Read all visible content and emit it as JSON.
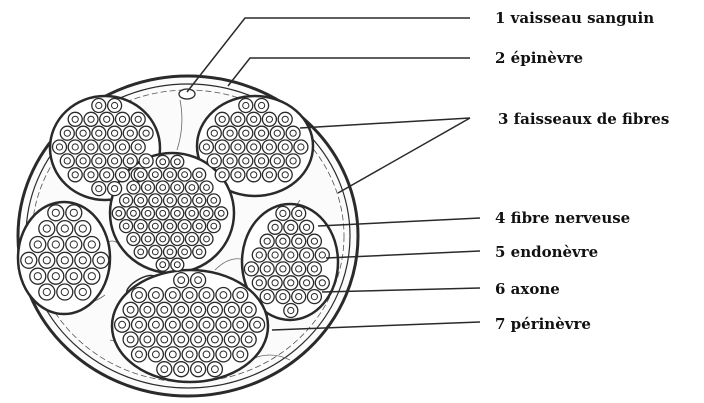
{
  "diagram": {
    "labels": [
      {
        "id": "vaisseau",
        "text": "1 vaisseau sanguin"
      },
      {
        "id": "epinevre",
        "text": "2 épinèvre"
      },
      {
        "id": "faisceaux",
        "text": "3 faisseaux de fibres"
      },
      {
        "id": "fibre",
        "text": "4 fibre nerveuse"
      },
      {
        "id": "endonevre",
        "text": "5 endonèvre"
      },
      {
        "id": "axone",
        "text": "6 axone"
      },
      {
        "id": "perinevre",
        "text": "7 périnèvre"
      }
    ],
    "colors": {
      "ink": "#2a2a2a",
      "fill": "#ffffff"
    }
  }
}
